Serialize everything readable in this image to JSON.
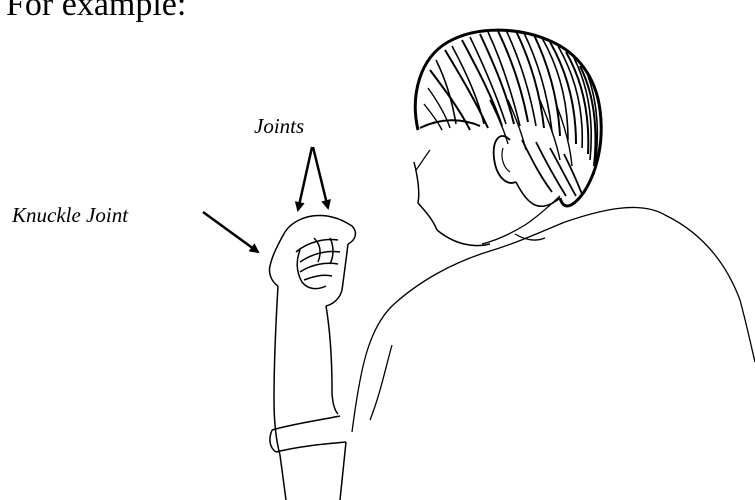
{
  "intro": {
    "text": "For example:"
  },
  "labels": {
    "joints": "Joints",
    "knuckle_joint": "Knuckle Joint"
  },
  "colors": {
    "ink": "#000000",
    "background": "#ffffff"
  }
}
